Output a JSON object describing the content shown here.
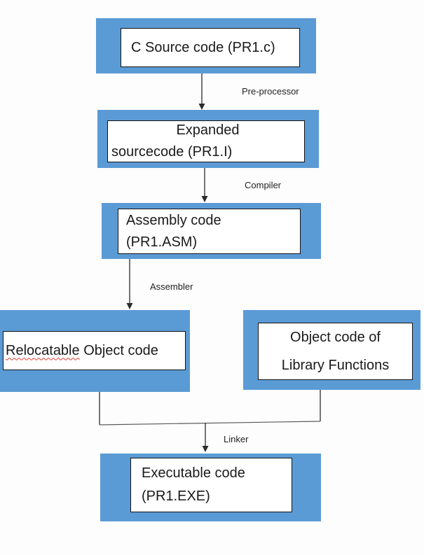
{
  "diagram": {
    "description": "Flowchart of C program compilation stages",
    "colors": {
      "node_fill": "#5b9bd5",
      "inner_fill": "#ffffff",
      "inner_border": "#111111",
      "text": "#1a1a1a",
      "connector": "#2b2b2b",
      "merge_bar": "#5a5a5a",
      "spellcheck_underline": "#d83a2d"
    },
    "nodes": {
      "source": {
        "line1": "C Source code (PR1.c)"
      },
      "expanded": {
        "line1": "Expanded",
        "line2": "sourcecode (PR1.I)"
      },
      "assembly": {
        "line1": "Assembly code",
        "line2": "(PR1.ASM)"
      },
      "relocatable": {
        "word_misspelled": "Relocatable",
        "rest": "Object code"
      },
      "library": {
        "line1": "Object code of",
        "line2": "Library Functions"
      },
      "executable": {
        "line1": "Executable code",
        "line2": "(PR1.EXE)"
      }
    },
    "edges": {
      "preprocessor": {
        "label": "Pre-processor"
      },
      "compiler": {
        "label": "Compiler"
      },
      "assembler": {
        "label": "Assembler"
      },
      "linker": {
        "label": "Linker"
      }
    }
  }
}
